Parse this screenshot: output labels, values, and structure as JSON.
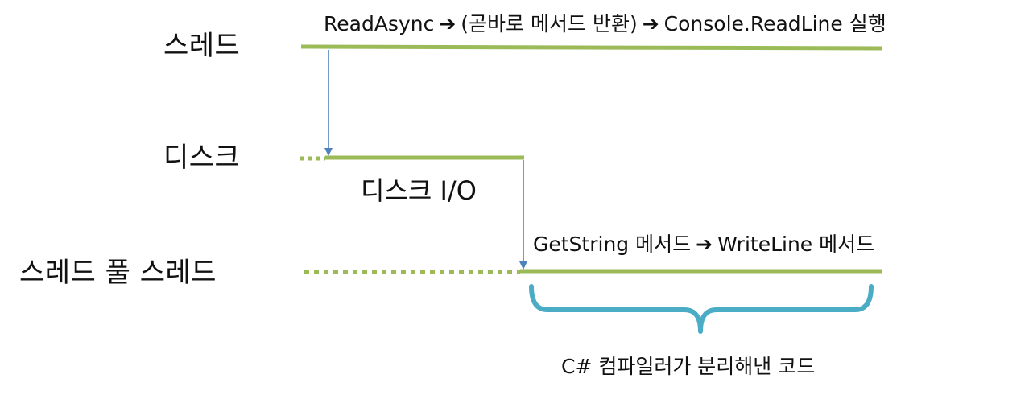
{
  "rows": {
    "thread": {
      "label": "스레드"
    },
    "disk": {
      "label": "디스크"
    },
    "pool": {
      "label": "스레드 풀 스레드"
    }
  },
  "notes": {
    "thread_flow": {
      "step1": "ReadAsync",
      "step2": "(곧바로 메서드 반환)",
      "step3": "Console.ReadLine 실행"
    },
    "disk_io": "디스크 I/O",
    "pool_flow": {
      "step1": "GetString 메서드",
      "step2": "WriteLine 메서드"
    },
    "brace_caption": "C# 컴파일러가 분리해낸 코드"
  },
  "icons": {
    "flow_arrow": "heavy-right-arrow"
  },
  "colors": {
    "timeline": "#9bbb59",
    "transition_arrow": "#4f81bd",
    "brace": "#4bacc6",
    "text": "#111111"
  }
}
